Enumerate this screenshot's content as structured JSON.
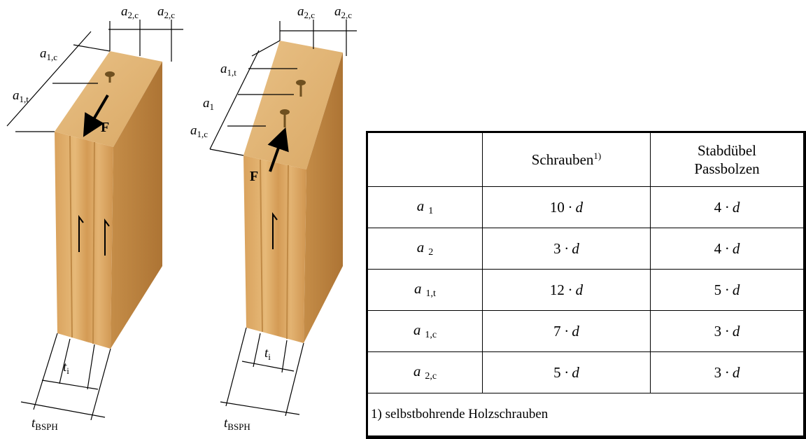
{
  "figure": {
    "labels": {
      "a2c": "a",
      "a2c_sub": "2,c",
      "a1c": "a",
      "a1c_sub": "1,c",
      "a1t": "a",
      "a1t_sub": "1,t",
      "a1": "a",
      "a1_sub": "1",
      "ti": "t",
      "ti_sub": "i",
      "tbsph": "t",
      "tbsph_sub": "BSPH",
      "force": "F"
    }
  },
  "table": {
    "columns": [
      "",
      "Schrauben",
      "1)",
      "Stabdübel",
      "Passbolzen"
    ],
    "header": {
      "col2": "Schrauben",
      "col2_sup": "1)",
      "col3_line1": "Stabdübel",
      "col3_line2": "Passbolzen"
    },
    "rows": [
      {
        "sym": "a",
        "sub": "1",
        "screws_num": "10",
        "dowels_num": "4"
      },
      {
        "sym": "a",
        "sub": "2",
        "screws_num": "3",
        "dowels_num": "4"
      },
      {
        "sym": "a",
        "sub": "1,t",
        "screws_num": "12",
        "dowels_num": "5"
      },
      {
        "sym": "a",
        "sub": "1,c",
        "screws_num": "7",
        "dowels_num": "3"
      },
      {
        "sym": "a",
        "sub": "2,c",
        "screws_num": "5",
        "dowels_num": "3"
      }
    ],
    "factor": "· d",
    "footnote": "1) selbstbohrende Holzschrauben"
  },
  "colors": {
    "wood_top": "#e2b77a",
    "wood_front": "#dba764",
    "wood_side": "#b98340",
    "screw": "#8a6a2a"
  }
}
